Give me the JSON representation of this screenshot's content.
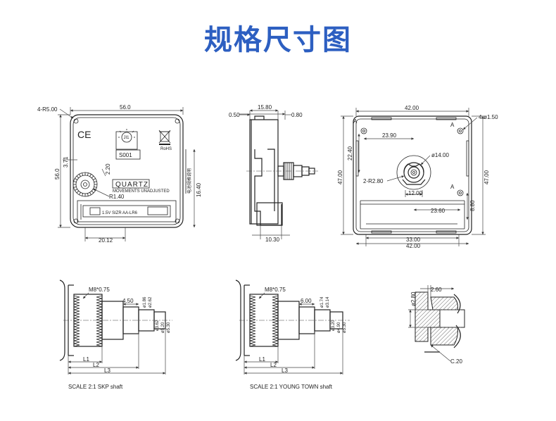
{
  "page": {
    "title": "规格尺寸图"
  },
  "front": {
    "corner_radius": "4-R5.00",
    "width": "56.0",
    "height": "56.0",
    "dim_371": "3.71",
    "dim_220": "2.20",
    "dim_r140": "R1.40",
    "dim_1640": "16.40",
    "dim_2012": "20.12",
    "ce_mark": "CE",
    "jis_mark": "JI1",
    "model_no": "S001",
    "quartz_label": "QUARTZ",
    "movement_text": "MOVEMENTS UNADJUSTED",
    "battery_label": "1.5V  SIZR  AA-LR6",
    "side_note": "电池规格说明",
    "rohs": "RoHS"
  },
  "side": {
    "dim_1580": "15.80",
    "dim_050": "0.50",
    "dim_080": "0.80",
    "dim_1030": "10.30"
  },
  "back": {
    "dim_4200_top": "42.00",
    "dim_hole": "4-ø1.50",
    "dim_2390": "23.90",
    "dim_2240": "22.40",
    "dim_4700_left": "47.00",
    "dim_4700_right": "47.00",
    "dim_phi14": "ø14.00",
    "dim_2r280": "2-R2.80",
    "dim_1200": "12.00",
    "dim_880": "8.80",
    "dim_2360": "23.60",
    "dim_3300": "33.00",
    "dim_4200_bot": "42.00",
    "mark_a": "A"
  },
  "shaft_skp": {
    "thread": "M8*0.75",
    "dim_450": "4.50",
    "dim_phi186": "ø1.86",
    "dim_phi262": "ø2.62",
    "dim_phi362": "ø3.62",
    "dim_phi520": "ø5.20",
    "dim_phi530": "ø5.30",
    "l1": "L1",
    "l2": "L2",
    "l3": "L3",
    "caption": "SCALE  2:1     SKP shaft"
  },
  "shaft_yt": {
    "thread": "M8*0.75",
    "dim_600": "6.00",
    "dim_phi174": "ø1.74",
    "dim_phi314": "ø3.14",
    "dim_phi320": "ø3.20",
    "dim_phi490": "ø4.90",
    "dim_phi530": "ø5.30",
    "l1": "L1",
    "l2": "L2",
    "l3": "L3",
    "caption": "SCALE  2:1     YOUNG TOWN shaft"
  },
  "detail": {
    "dim_260": "2.60",
    "dim_phi280": "ø2.80",
    "dim_c20": "C.20"
  }
}
